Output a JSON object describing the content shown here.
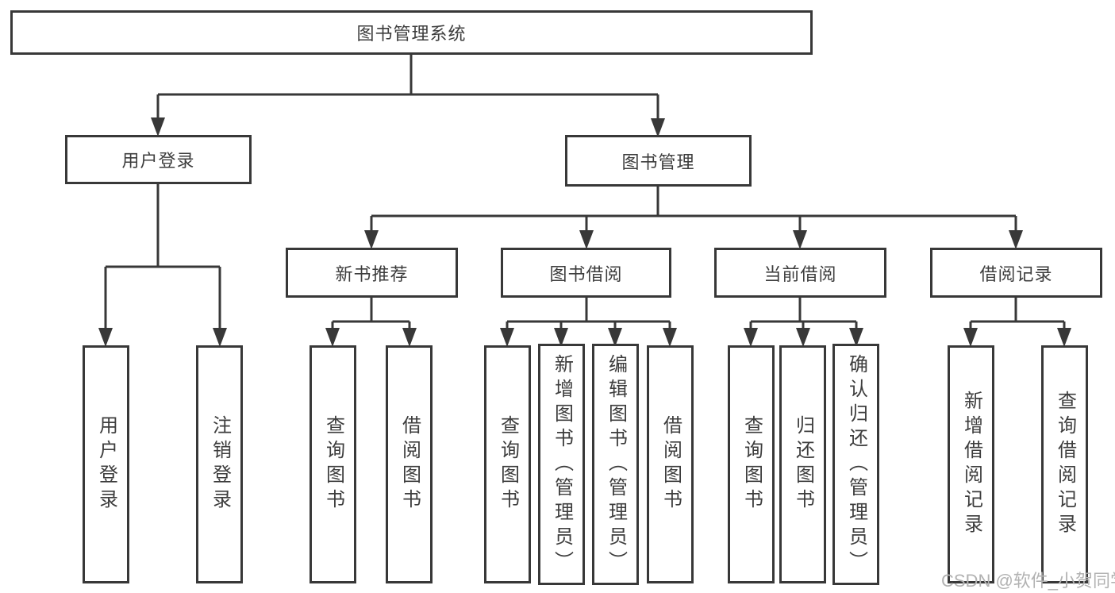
{
  "root": {
    "label": "图书管理系统"
  },
  "branches": {
    "user_login": {
      "label": "用户登录",
      "children": [
        "用户登录",
        "注销登录"
      ]
    },
    "book_mgmt": {
      "label": "图书管理"
    }
  },
  "modules": [
    {
      "label": "新书推荐",
      "children": [
        "查询图书",
        "借阅图书"
      ]
    },
    {
      "label": "图书借阅",
      "children": [
        "查询图书",
        "新增图书（管理员）",
        "编辑图书（管理员）",
        "借阅图书"
      ]
    },
    {
      "label": "当前借阅",
      "children": [
        "查询图书",
        "归还图书",
        "确认归还（管理员）"
      ]
    },
    {
      "label": "借阅记录",
      "children": [
        "新增借阅记录",
        "查询借阅记录"
      ]
    }
  ],
  "watermark": "CSDN @软件_小贺同学",
  "colors": {
    "line": "#383838",
    "box_border": "#383838",
    "text": "#3d3d3d",
    "watermark_text": "#b2b2b2",
    "background": "#ffffff"
  }
}
